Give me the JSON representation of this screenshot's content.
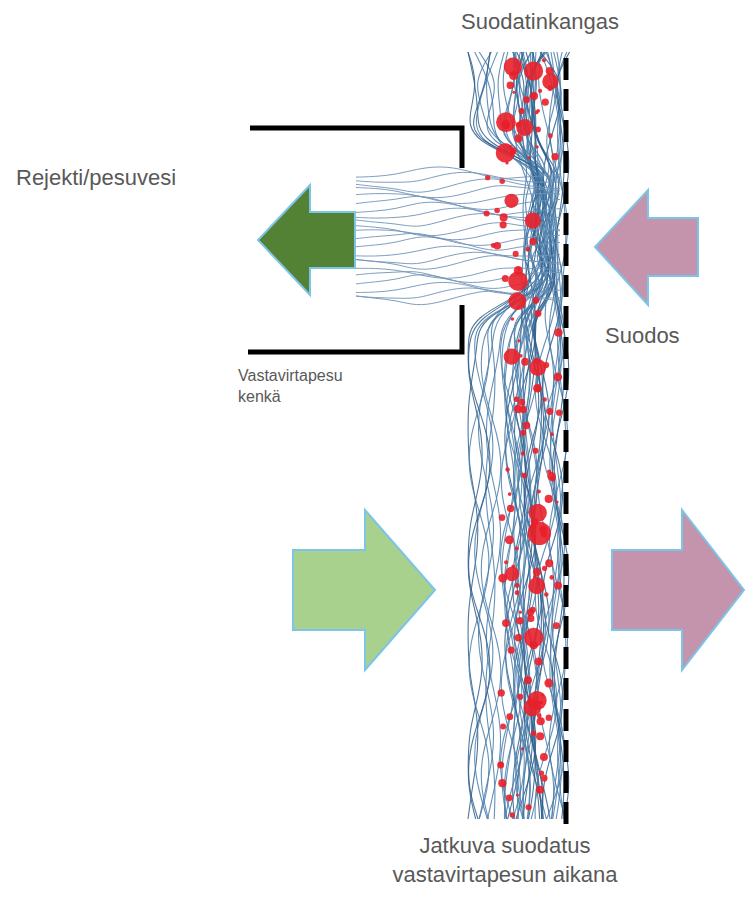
{
  "diagram": {
    "caption": "Jatkuva suodatus vastavirtapesun aikana",
    "labels": [
      "Suodatinkangas",
      "Rejekti/pesuvesi",
      "Suodos",
      "Vastavirtapesu kenkä"
    ]
  }
}
